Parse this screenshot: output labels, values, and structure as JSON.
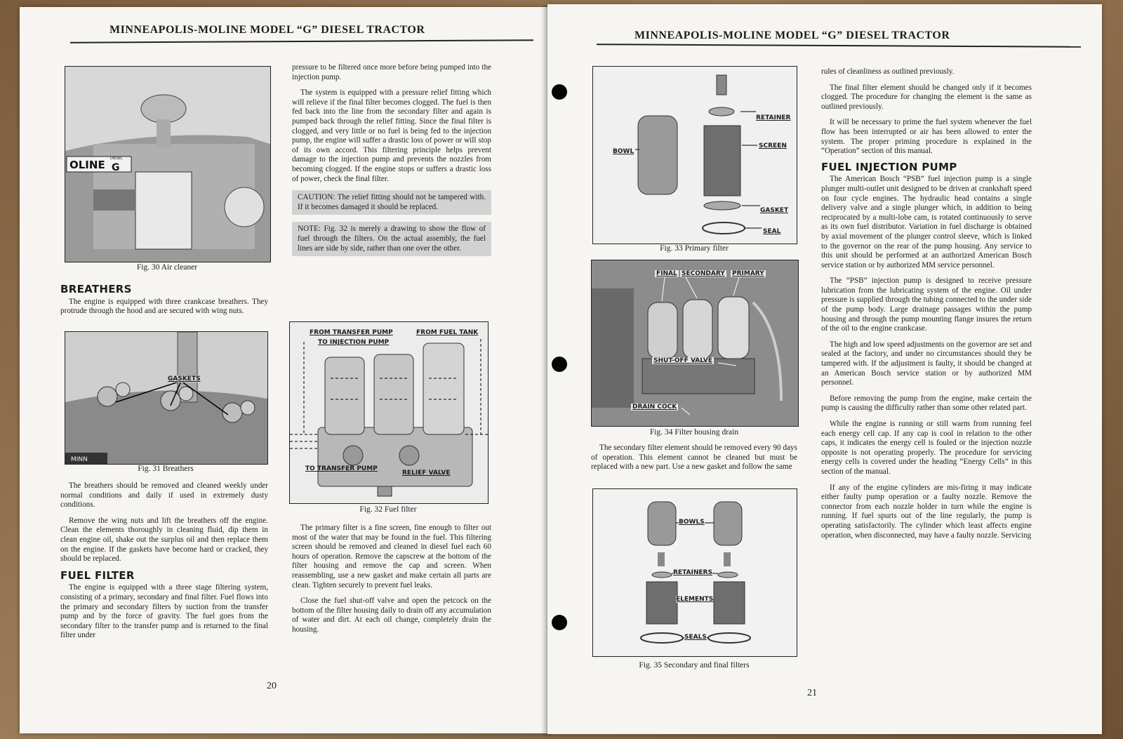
{
  "header": "MINNEAPOLIS-MOLINE MODEL “G” DIESEL TRACTOR",
  "left_page": {
    "page_number": "20",
    "fig30": {
      "caption": "Fig. 30 Air cleaner",
      "badge_text": "OLINE",
      "badge_letter": "G",
      "badge_small": "DIESEL"
    },
    "breathers_heading": "BREATHERS",
    "breathers_p1": "The engine is equipped with three crankcase breathers. They protrude through the hood and are secured with wing nuts.",
    "fig31": {
      "caption": "Fig. 31 Breathers",
      "callout_gaskets": "GASKETS",
      "corner_text": "MINN"
    },
    "breathers_p2": "The breathers should be removed and cleaned weekly under normal conditions and daily if used in extremely dusty conditions.",
    "breathers_p3": "Remove the wing nuts and lift the breathers off the engine. Clean the elements thoroughly in cleaning fluid, dip them in clean engine oil, shake out the surplus oil and then replace them on the engine. If the gaskets have become hard or cracked, they should be replaced.",
    "fuel_filter_heading": "FUEL FILTER",
    "fuel_filter_p1": "The engine is equipped with a three stage filtering system, consisting of a primary, secondary and final filter. Fuel flows into the primary and secondary filters by suction from the transfer pump and by the force of gravity. The fuel goes from the secondary filter to the transfer pump and is returned to the final filter under",
    "col2_p1": "pressure to be filtered once more before being pumped into the injection pump.",
    "col2_p2": "The system is equipped with a pressure relief fitting which will relieve if the final filter becomes clogged. The fuel is then fed back into the line from the secondary filter and again is pumped back through the relief fitting. Since the final filter is clogged, and very little or no fuel is being fed to the injection pump, the engine will suffer a drastic loss of power or will stop of its own accord. This filtering principle helps prevent damage to the injection pump and prevents the nozzles from becoming clogged. If the engine stops or suffers a drastic loss of power, check the final filter.",
    "caution": "CAUTION: The relief fitting should not be tampered with. If it becomes damaged it should be replaced.",
    "note": "NOTE: Fig. 32 is merely a drawing to show the flow of fuel through the filters. On the actual assembly, the fuel lines are side by side, rather than one over the other.",
    "fig32": {
      "caption": "Fig. 32 Fuel filter",
      "callout_from_transfer": "FROM TRANSFER PUMP",
      "callout_to_injection": "TO INJECTION PUMP",
      "callout_from_tank": "FROM FUEL TANK",
      "callout_to_transfer": "TO TRANSFER PUMP",
      "callout_relief": "RELIEF VALVE"
    },
    "col2_p3": "The primary filter is a fine screen, fine enough to filter out most of the water that may be found in the fuel. This filtering screen should be removed and cleaned in diesel fuel each 60 hours of operation. Remove the capscrew at the bottom of the filter housing and remove the cap and screen. When reassembling, use a new gasket and make certain all parts are clean. Tighten securely to prevent fuel leaks.",
    "col2_p4": "Close the fuel shut-off valve and open the petcock on the bottom of the filter housing daily to drain off any accumulation of water and dirt. At each oil change, completely drain the housing."
  },
  "right_page": {
    "page_number": "21",
    "fig33": {
      "caption": "Fig. 33 Primary filter",
      "callout_retainer": "RETAINER",
      "callout_bowl": "BOWL",
      "callout_screen": "SCREEN",
      "callout_gasket": "GASKET",
      "callout_seal": "SEAL"
    },
    "fig34": {
      "caption": "Fig. 34 Filter housing drain",
      "callout_final": "FINAL",
      "callout_secondary": "SECONDARY",
      "callout_primary": "PRIMARY",
      "callout_shutoff": "SHUT-OFF VALVE",
      "callout_drain": "DRAIN COCK"
    },
    "col1_p1": "The secondary filter element should be removed every 90 days of operation. This element cannot be cleaned but must be replaced with a new part. Use a new gasket and follow the same",
    "fig35": {
      "caption": "Fig. 35 Secondary and final filters",
      "callout_bowls": "BOWLS",
      "callout_retainers": "RETAINERS",
      "callout_elements": "ELEMENTS",
      "callout_seals": "SEALS"
    },
    "col2_p1": "rules of cleanliness as outlined previously.",
    "col2_p2": "The final filter element should be changed only if it becomes clogged. The procedure for changing the element is the same as outlined previously.",
    "col2_p3": "It will be necessary to prime the fuel system whenever the fuel flow has been interrupted or air has been allowed to enter the system. The proper priming procedure is explained in the “Operation” section of this manual.",
    "injection_heading": "FUEL INJECTION PUMP",
    "col2_p4": "The American Bosch “PSB” fuel injection pump is a single plunger multi-outlet unit designed to be driven at crankshaft speed on four cycle engines. The hydraulic head contains a single delivery valve and a single plunger which, in addition to being reciprocated by a multi-lobe cam, is rotated continuously to serve as its own fuel distributor. Variation in fuel discharge is obtained by axial movement of the plunger control sleeve, which is linked to the governor on the rear of the pump housing. Any service to this unit should be performed at an authorized American Bosch service station or by authorized MM service personnel.",
    "col2_p5": "The “PSB” injection pump is designed to receive pressure lubrication from the lubricating system of the engine. Oil under pressure is supplied through the tubing connected to the under side of the pump body. Large drainage passages within the pump housing and through the pump mounting flange insures the return of the oil to the engine crankcase.",
    "col2_p6": "The high and low speed adjustments on the governor are set and sealed at the factory, and under no circumstances should they be tampered with. If the adjustment is faulty, it should be changed at an American Bosch service station or by authorized MM personnel.",
    "col2_p7": "Before removing the pump from the engine, make certain the pump is causing the difficulty rather than some other related part.",
    "col2_p8": "While the engine is running or still warm from running feel each energy cell cap. If any cap is cool in relation to the other caps, it indicates the energy cell is fouled or the injection nozzle opposite is not operating properly. The procedure for servicing energy cells is covered under the heading “Energy Cells” in this section of the manual.",
    "col2_p9": "If any of the engine cylinders are mis-firing it may indicate either faulty pump operation or a faulty nozzle. Remove the connector from each nozzle holder in turn while the engine is running. If fuel spurts out of the line regularly, the pump is operating satisfactorily. The cylinder which least affects engine operation, when disconnected, may have a faulty nozzle. Servicing"
  }
}
